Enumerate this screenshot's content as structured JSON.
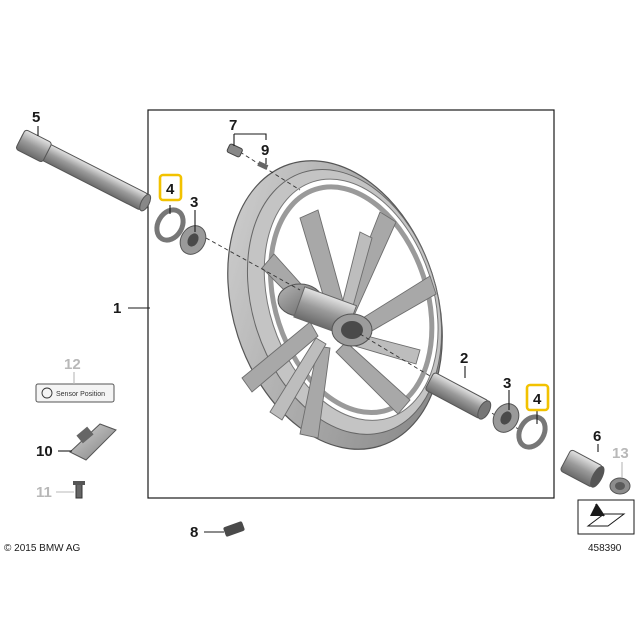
{
  "copyright": "© 2015 BMW AG",
  "diagram_number": "458390",
  "sensor_label": "Sensor Position",
  "highlight_color": "#f2c200",
  "part_labels": {
    "p1": "1",
    "p2": "2",
    "p3a": "3",
    "p3b": "3",
    "p4a": "4",
    "p4b": "4",
    "p5": "5",
    "p6": "6",
    "p7": "7",
    "p8": "8",
    "p9": "9",
    "p10": "10",
    "p11": "11",
    "p12": "12",
    "p13": "13"
  }
}
